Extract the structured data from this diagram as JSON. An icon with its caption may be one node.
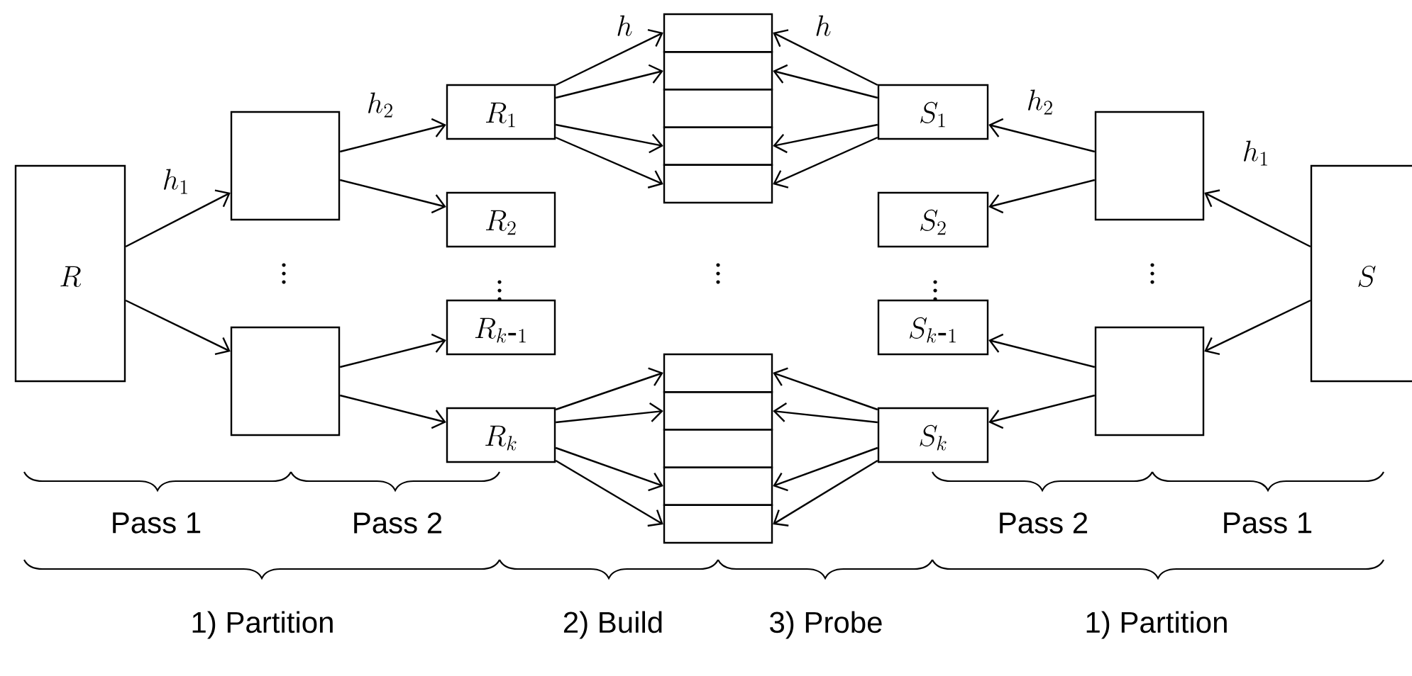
{
  "diagram": {
    "nodes": [
      {
        "text": [
          "R"
        ]
      },
      {
        "text": [],
        "shape": "box"
      },
      {
        "text": [],
        "shape": "box"
      },
      {
        "text": [
          "R_1"
        ]
      },
      {
        "text": [
          "R_2"
        ]
      },
      {
        "text": [
          "R_{k\\mbox{-}1}"
        ]
      },
      {
        "text": [
          "R_k"
        ]
      },
      {
        "text": [],
        "shape": "box"
      },
      {
        "text": [],
        "shape": "box"
      },
      {
        "text": [],
        "shape": "box"
      },
      {
        "text": [],
        "shape": "box"
      },
      {
        "text": [],
        "shape": "box"
      },
      {
        "text": [],
        "shape": "box"
      },
      {
        "text": [],
        "shape": "box"
      },
      {
        "text": [],
        "shape": "box"
      },
      {
        "text": [],
        "shape": "box"
      },
      {
        "text": [],
        "shape": "box"
      },
      {
        "text": [
          "S_1"
        ]
      },
      {
        "text": [
          "S_2"
        ]
      },
      {
        "text": [
          "S_{k\\mbox{-}1}"
        ]
      },
      {
        "text": [
          "S_k"
        ]
      },
      {
        "text": [],
        "shape": "box"
      },
      {
        "text": [],
        "shape": "box"
      },
      {
        "text": [
          "S"
        ]
      }
    ],
    "edges": [
      {
        "from": 0,
        "to": 1,
        "arrow": "to",
        "label": "h_1"
      },
      {
        "from": 0,
        "to": 2,
        "arrow": "to"
      },
      {
        "from": 1,
        "to": 3,
        "arrow": "to",
        "label": "h_2"
      },
      {
        "from": 1,
        "to": 4,
        "arrow": "to"
      },
      {
        "from": 2,
        "to": 5,
        "arrow": "to"
      },
      {
        "from": 2,
        "to": 6,
        "arrow": "to"
      },
      {
        "from": 3,
        "to": 7,
        "arrow": "to",
        "label": "h"
      },
      {
        "from": 3,
        "to": 8,
        "arrow": "to"
      },
      {
        "from": 3,
        "to": 10,
        "arrow": "to"
      },
      {
        "from": 3,
        "to": 11,
        "arrow": "to"
      },
      {
        "from": 6,
        "to": 12,
        "arrow": "to"
      },
      {
        "from": 6,
        "to": 13,
        "arrow": "to"
      },
      {
        "from": 6,
        "to": 15,
        "arrow": "to"
      },
      {
        "from": 6,
        "to": 16,
        "arrow": "to"
      },
      {
        "from": 17,
        "to": 7,
        "arrow": "to",
        "label": "h"
      },
      {
        "from": 17,
        "to": 8,
        "arrow": "to"
      },
      {
        "from": 17,
        "to": 10,
        "arrow": "to"
      },
      {
        "from": 17,
        "to": 11,
        "arrow": "to"
      },
      {
        "from": 20,
        "to": 12,
        "arrow": "to"
      },
      {
        "from": 20,
        "to": 13,
        "arrow": "to"
      },
      {
        "from": 20,
        "to": 15,
        "arrow": "to"
      },
      {
        "from": 20,
        "to": 16,
        "arrow": "to"
      },
      {
        "from": 23,
        "to": 21,
        "arrow": "to",
        "label": "h_1"
      },
      {
        "from": 23,
        "to": 22,
        "arrow": "to"
      },
      {
        "from": 21,
        "to": 17,
        "arrow": "to",
        "label": "h_2"
      },
      {
        "from": 21,
        "to": 18,
        "arrow": "to"
      },
      {
        "from": 22,
        "to": 19,
        "arrow": "to"
      },
      {
        "from": 22,
        "to": 20,
        "arrow": "to"
      }
    ],
    "labels": [
      "Pass 1",
      "Pass 2",
      "Pass 2",
      "Pass 1",
      "1) Partition",
      "2) Build",
      "3) Probe",
      "1) Partition"
    ]
  }
}
